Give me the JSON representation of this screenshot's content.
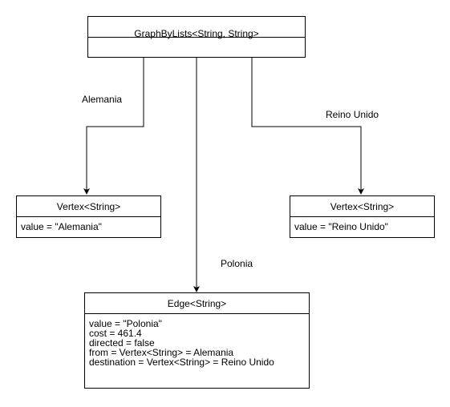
{
  "graph": {
    "title": "GraphByLists<String, String>"
  },
  "vertex_alemania": {
    "title": "Vertex<String>",
    "value": "value = \"Alemania\""
  },
  "vertex_reino_unido": {
    "title": "Vertex<String>",
    "value": "value = \"Reino Unido\""
  },
  "edge": {
    "title": "Edge<String>",
    "attributes": [
      "value = \"Polonia\"",
      "cost = 461.4",
      "directed = false",
      "from = Vertex<String> = Alemania",
      "destination = Vertex<String> = Reino Unido"
    ]
  },
  "labels": {
    "alemania": "Alemania",
    "reino_unido": "Reino Unido",
    "polonia": "Polonia"
  }
}
